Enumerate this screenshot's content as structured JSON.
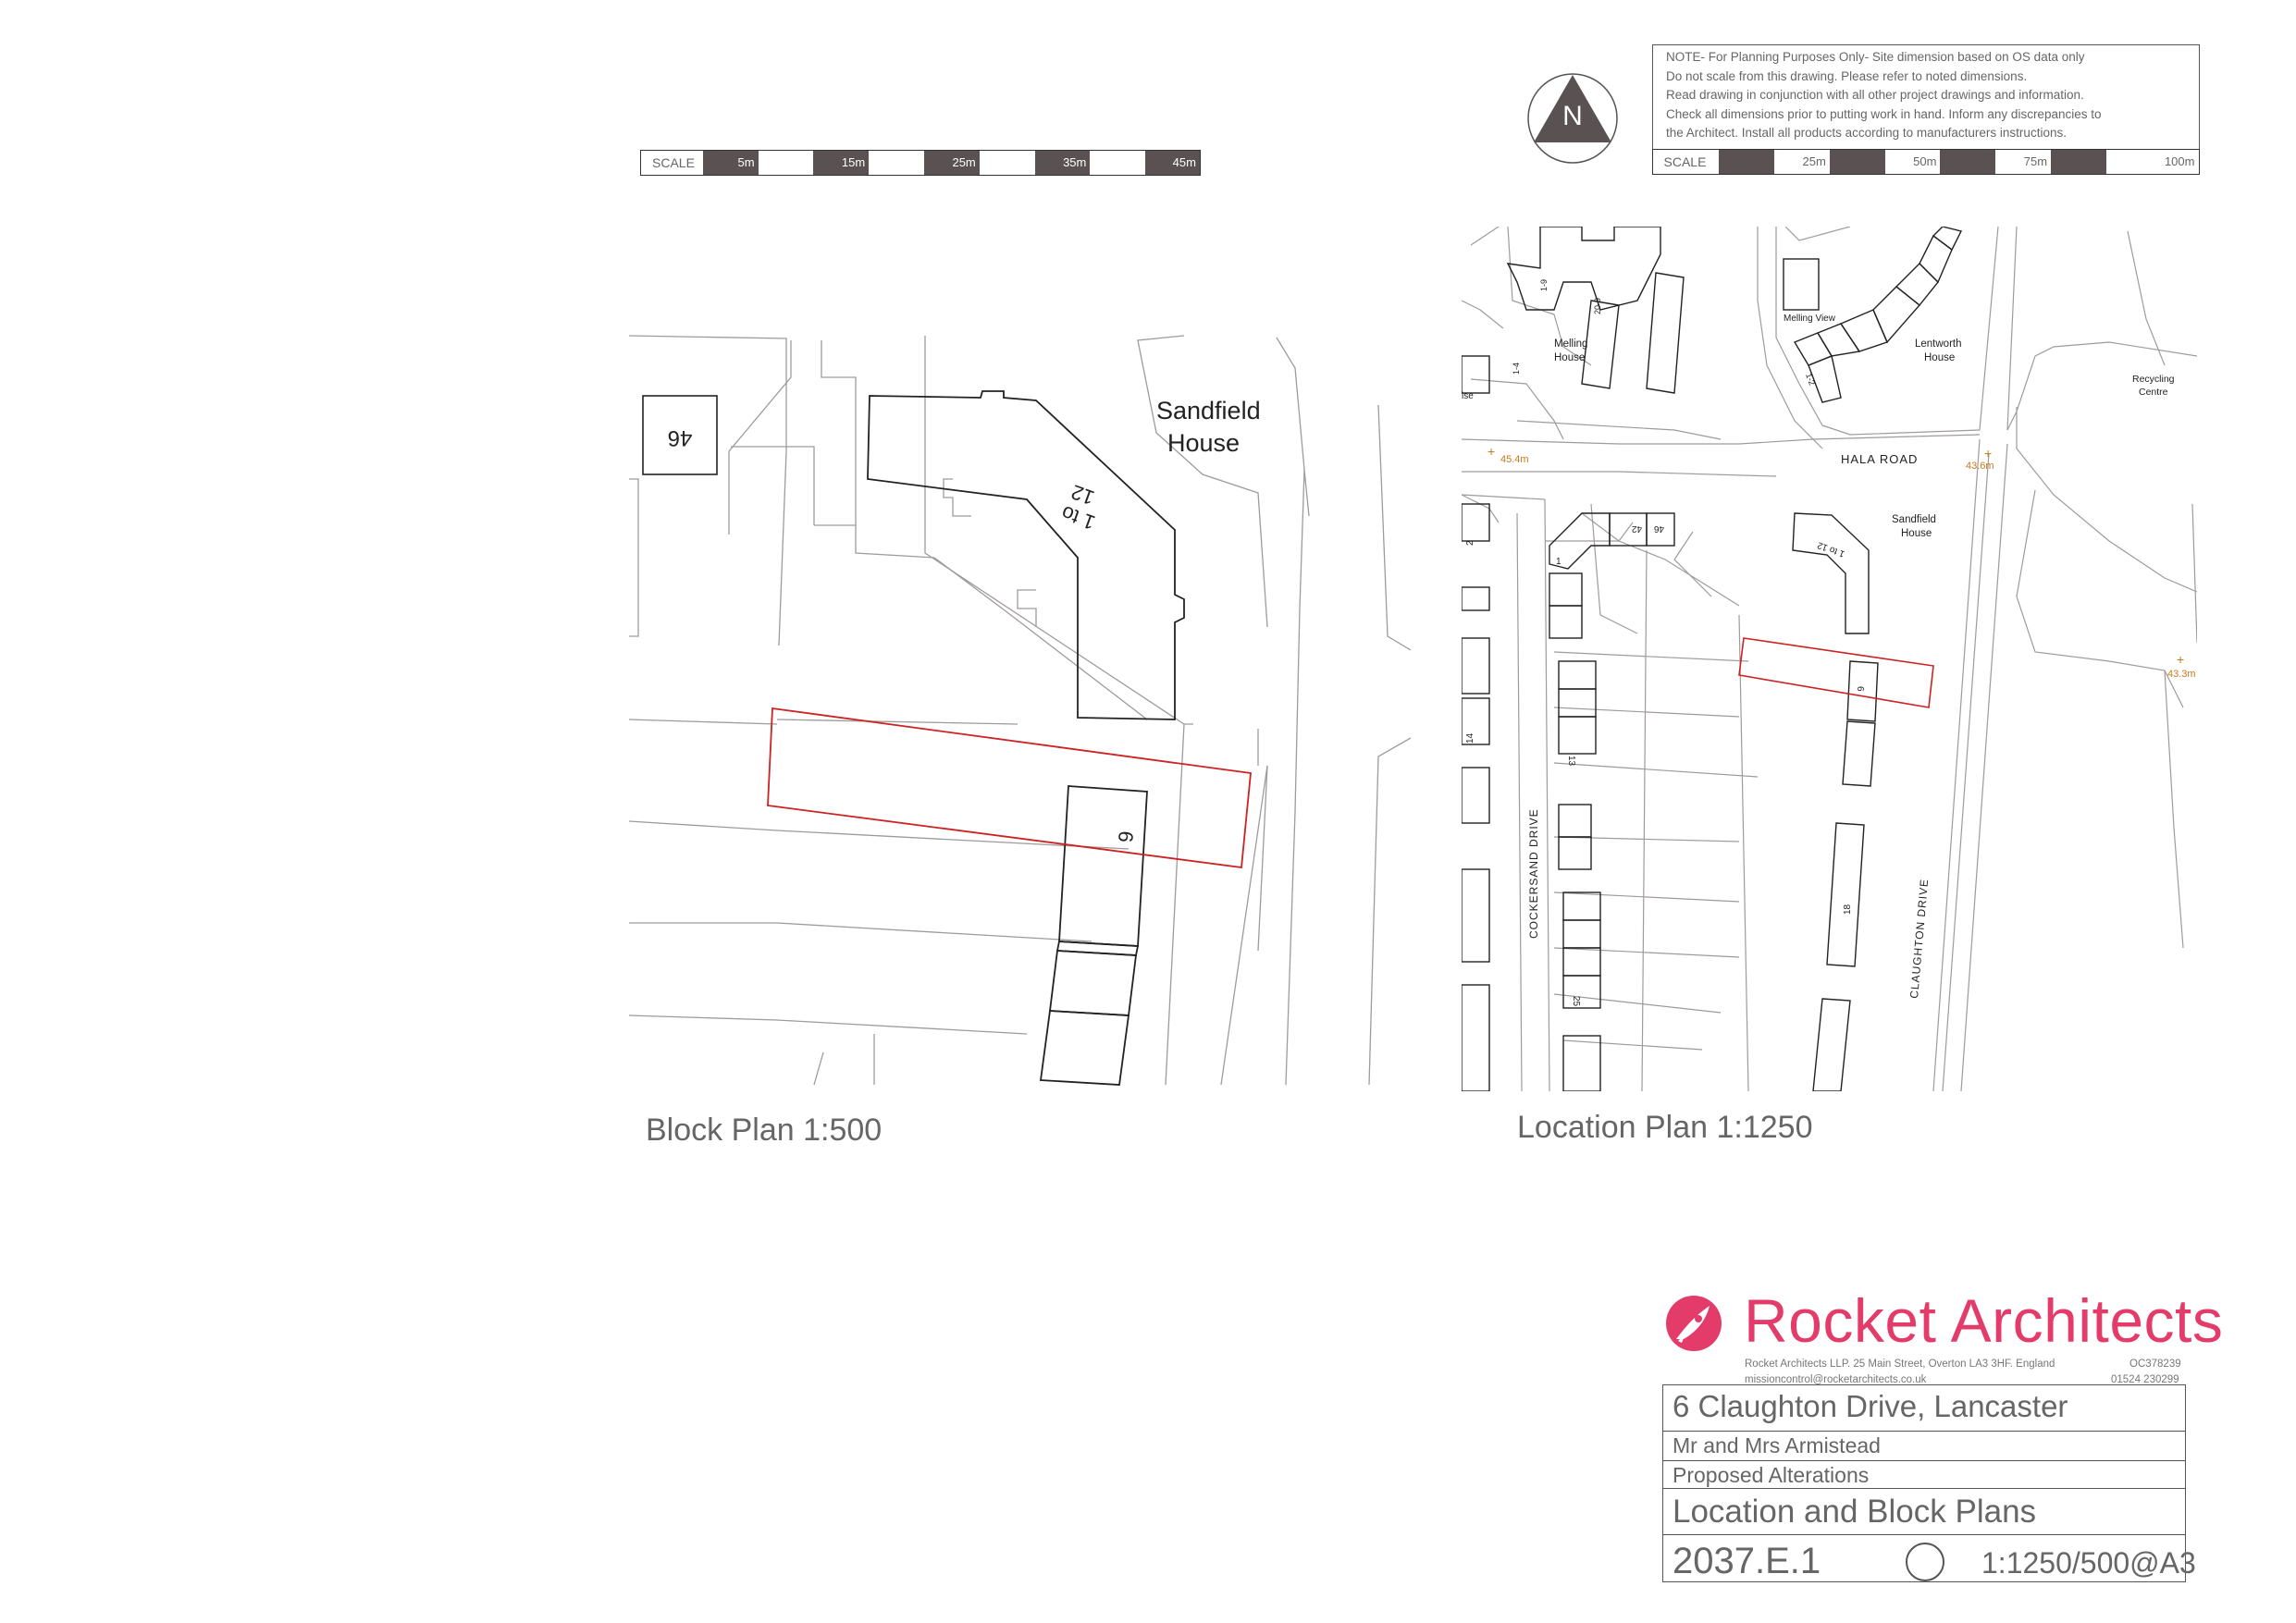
{
  "north_arrow": {
    "letter": "N"
  },
  "notes": [
    "NOTE- For Planning Purposes Only- Site dimension based on OS data only",
    "Do not scale from this drawing. Please refer to noted dimensions.",
    "Read drawing in conjunction with all other project drawings and information.",
    "Check all dimensions prior to putting work in hand. Inform any discrepancies to",
    "the Architect. Install all products according to manufacturers instructions."
  ],
  "scale_bar_block": {
    "label": "SCALE",
    "marks": [
      "5m",
      "15m",
      "25m",
      "35m",
      "45m"
    ]
  },
  "scale_bar_location": {
    "label": "SCALE",
    "marks": [
      "25m",
      "50m",
      "75m",
      "100m"
    ]
  },
  "block_plan": {
    "caption": "Block Plan 1:500",
    "labels": {
      "house_46": "46",
      "sandfield_1": "Sandfield",
      "sandfield_2": "House",
      "flats_1": "1 to",
      "flats_2": "12",
      "house_6": "6"
    }
  },
  "location_plan": {
    "caption": "Location Plan 1:1250",
    "labels": {
      "melling_house_1": "Melling",
      "melling_house_2": "House",
      "melling_view": "Melling View",
      "lentworth_1": "Lentworth",
      "lentworth_2": "House",
      "recycling_1": "Recycling",
      "recycling_2": "Centre",
      "hala_road": "HALA ROAD",
      "level_a": "45.4m",
      "level_b": "43.6m",
      "level_c": "43.3m",
      "sandfield_1": "Sandfield",
      "sandfield_2": "House",
      "flats": "1 to 12",
      "n42": "42",
      "n46": "46",
      "n1": "1",
      "n2": "2",
      "n6": "6",
      "n13": "13",
      "n14": "14",
      "n18": "18",
      "n25": "25",
      "n4": "1-4",
      "n9": "1-9",
      "n20": "20-9",
      "n12b": "1-2",
      "ise": "ise",
      "cockersand": "COCKERSAND DRIVE",
      "claughton": "CLAUGHTON DRIVE"
    }
  },
  "company": {
    "name": "Rocket Architects",
    "address": "Rocket Architects LLP. 25 Main Street, Overton LA3 3HF. England",
    "reg": "OC378239",
    "email": "missioncontrol@rocketarchitects.co.uk",
    "phone": "01524 230299",
    "brand_color": "#e43c6a"
  },
  "title_block": {
    "project": "6 Claughton Drive, Lancaster",
    "client": "Mr and Mrs Armistead",
    "description": "Proposed Alterations",
    "drawing_title": "Location and Block Plans",
    "drawing_number": "2037.E.1",
    "scale": "1:1250/500@A3"
  }
}
